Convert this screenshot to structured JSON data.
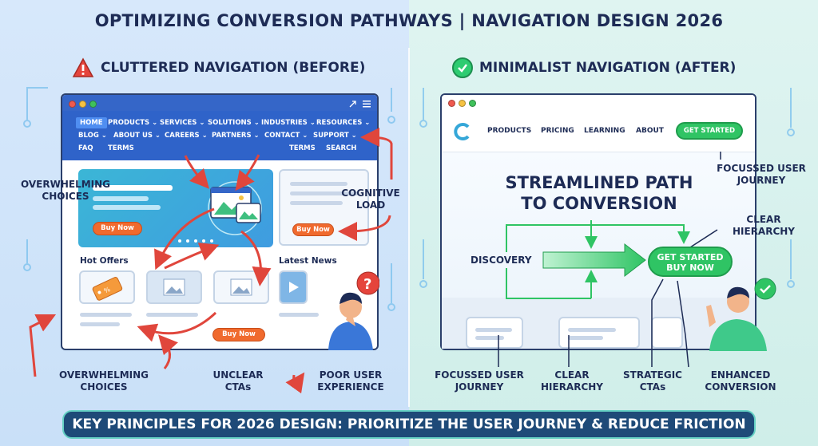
{
  "title": "OPTIMIZING CONVERSION PATHWAYS | NAVIGATION DESIGN 2026",
  "left": {
    "heading": "CLUTTERED NAVIGATION (BEFORE)",
    "nav_row1": [
      "HOME",
      "PRODUCTS ⌄",
      "SERVICES ⌄",
      "SOLUTIONS ⌄",
      "INDUSTRIES ⌄",
      "RESOURCES ⌄"
    ],
    "nav_row2": [
      "BLOG ⌄",
      "ABOUT US ⌄",
      "CAREERS ⌄",
      "PARTNERS ⌄",
      "CONTACT ⌄",
      "SUPPORT ⌄"
    ],
    "nav_row3": [
      "FAQ",
      "TERMS",
      "TERMS",
      "SEARCH"
    ],
    "buy_now": "Buy Now",
    "hot_offers": "Hot Offers",
    "latest_news": "Latest News",
    "callouts": {
      "overwhelming_top": "OVERWHELMING CHOICES",
      "cognitive_load": "COGNITIVE LOAD",
      "overwhelming_bottom": "OVERWHELMING CHOICES",
      "unclear_ctas": "UNCLEAR CTAs",
      "poor_ux": "POOR USER EXPERIENCE"
    },
    "question_mark": "?"
  },
  "right": {
    "heading": "MINIMALIST NAVIGATION (AFTER)",
    "nav": [
      "PRODUCTS",
      "PRICING",
      "LEARNING",
      "ABOUT"
    ],
    "nav_cta": "GET STARTED",
    "hero_title_line1": "STREAMLINED PATH",
    "hero_title_line2": "TO CONVERSION",
    "discovery": "DISCOVERY",
    "cta_line1": "GET STARTED",
    "cta_line2": "BUY NOW",
    "callouts": {
      "focussed_top": "FOCUSSED USER JOURNEY",
      "clear_hierarchy_top": "CLEAR HIERARCHY",
      "focussed_bottom": "FOCUSSED USER JOURNEY",
      "clear_hierarchy_bottom": "CLEAR HIERARCHY",
      "strategic_ctas": "STRATEGIC CTAs",
      "enhanced_conversion": "ENHANCED CONVERSION"
    }
  },
  "footer": "KEY PRINCIPLES FOR 2026 DESIGN: PRIORITIZE THE USER JOURNEY & REDUCE FRICTION",
  "colors": {
    "navy": "#1d2b55",
    "nav_blue": "#2f63c9",
    "cta_orange": "#f06a2e",
    "cta_green": "#2fc464",
    "arrow_red": "#e0463c",
    "footer_bg": "#1e4a78"
  }
}
